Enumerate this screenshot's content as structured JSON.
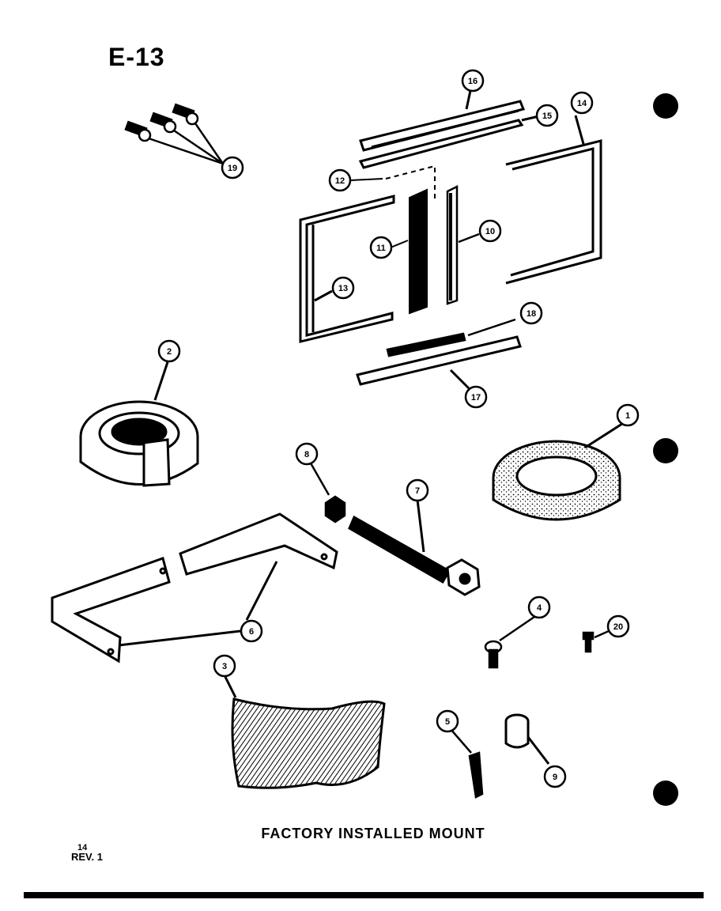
{
  "sheet": {
    "page_code": "E-13",
    "caption": "FACTORY INSTALLED MOUNT",
    "rev_number": "14",
    "rev_label": "REV. 1"
  },
  "callouts": {
    "c1": "1",
    "c2": "2",
    "c3": "3",
    "c4": "4",
    "c5": "5",
    "c6": "6",
    "c7": "7",
    "c8": "8",
    "c9": "9",
    "c10": "10",
    "c11": "11",
    "c12": "12",
    "c13": "13",
    "c14": "14",
    "c15": "15",
    "c16": "16",
    "c17": "17",
    "c18": "18",
    "c19": "19",
    "c20": "20"
  },
  "colors": {
    "ink": "#000000",
    "paper": "#ffffff"
  }
}
